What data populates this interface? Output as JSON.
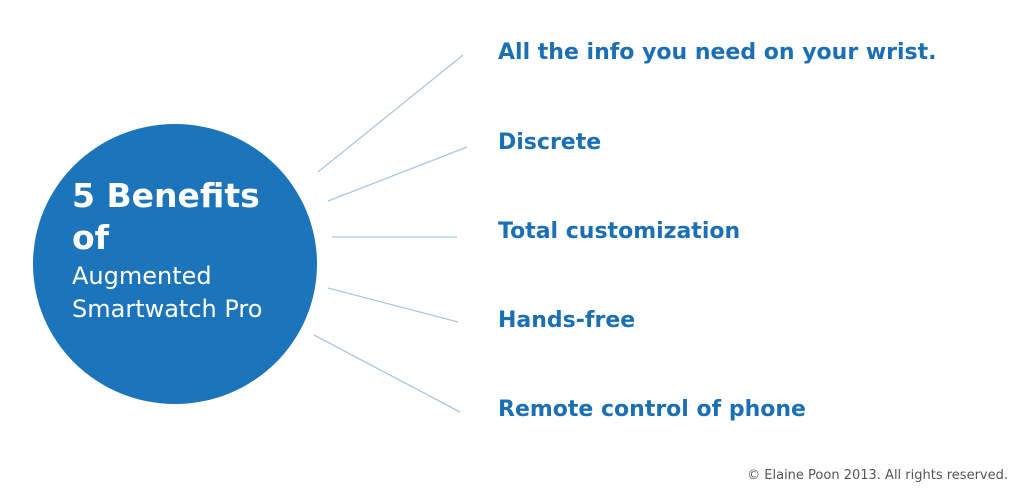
{
  "center": {
    "line1": "5 Benefits",
    "line2": "of",
    "line3": "Augmented",
    "line4": "Smartwatch Pro"
  },
  "benefits": [
    "All the info you need on your wrist.",
    "Discrete",
    "Total customization",
    "Hands-free",
    "Remote control of phone"
  ],
  "copyright": "© Elaine Poon 2013. All rights reserved.",
  "colors": {
    "circle": "#1c74ba",
    "text": "#1a6fb5",
    "lines": "#a9c6e0"
  }
}
